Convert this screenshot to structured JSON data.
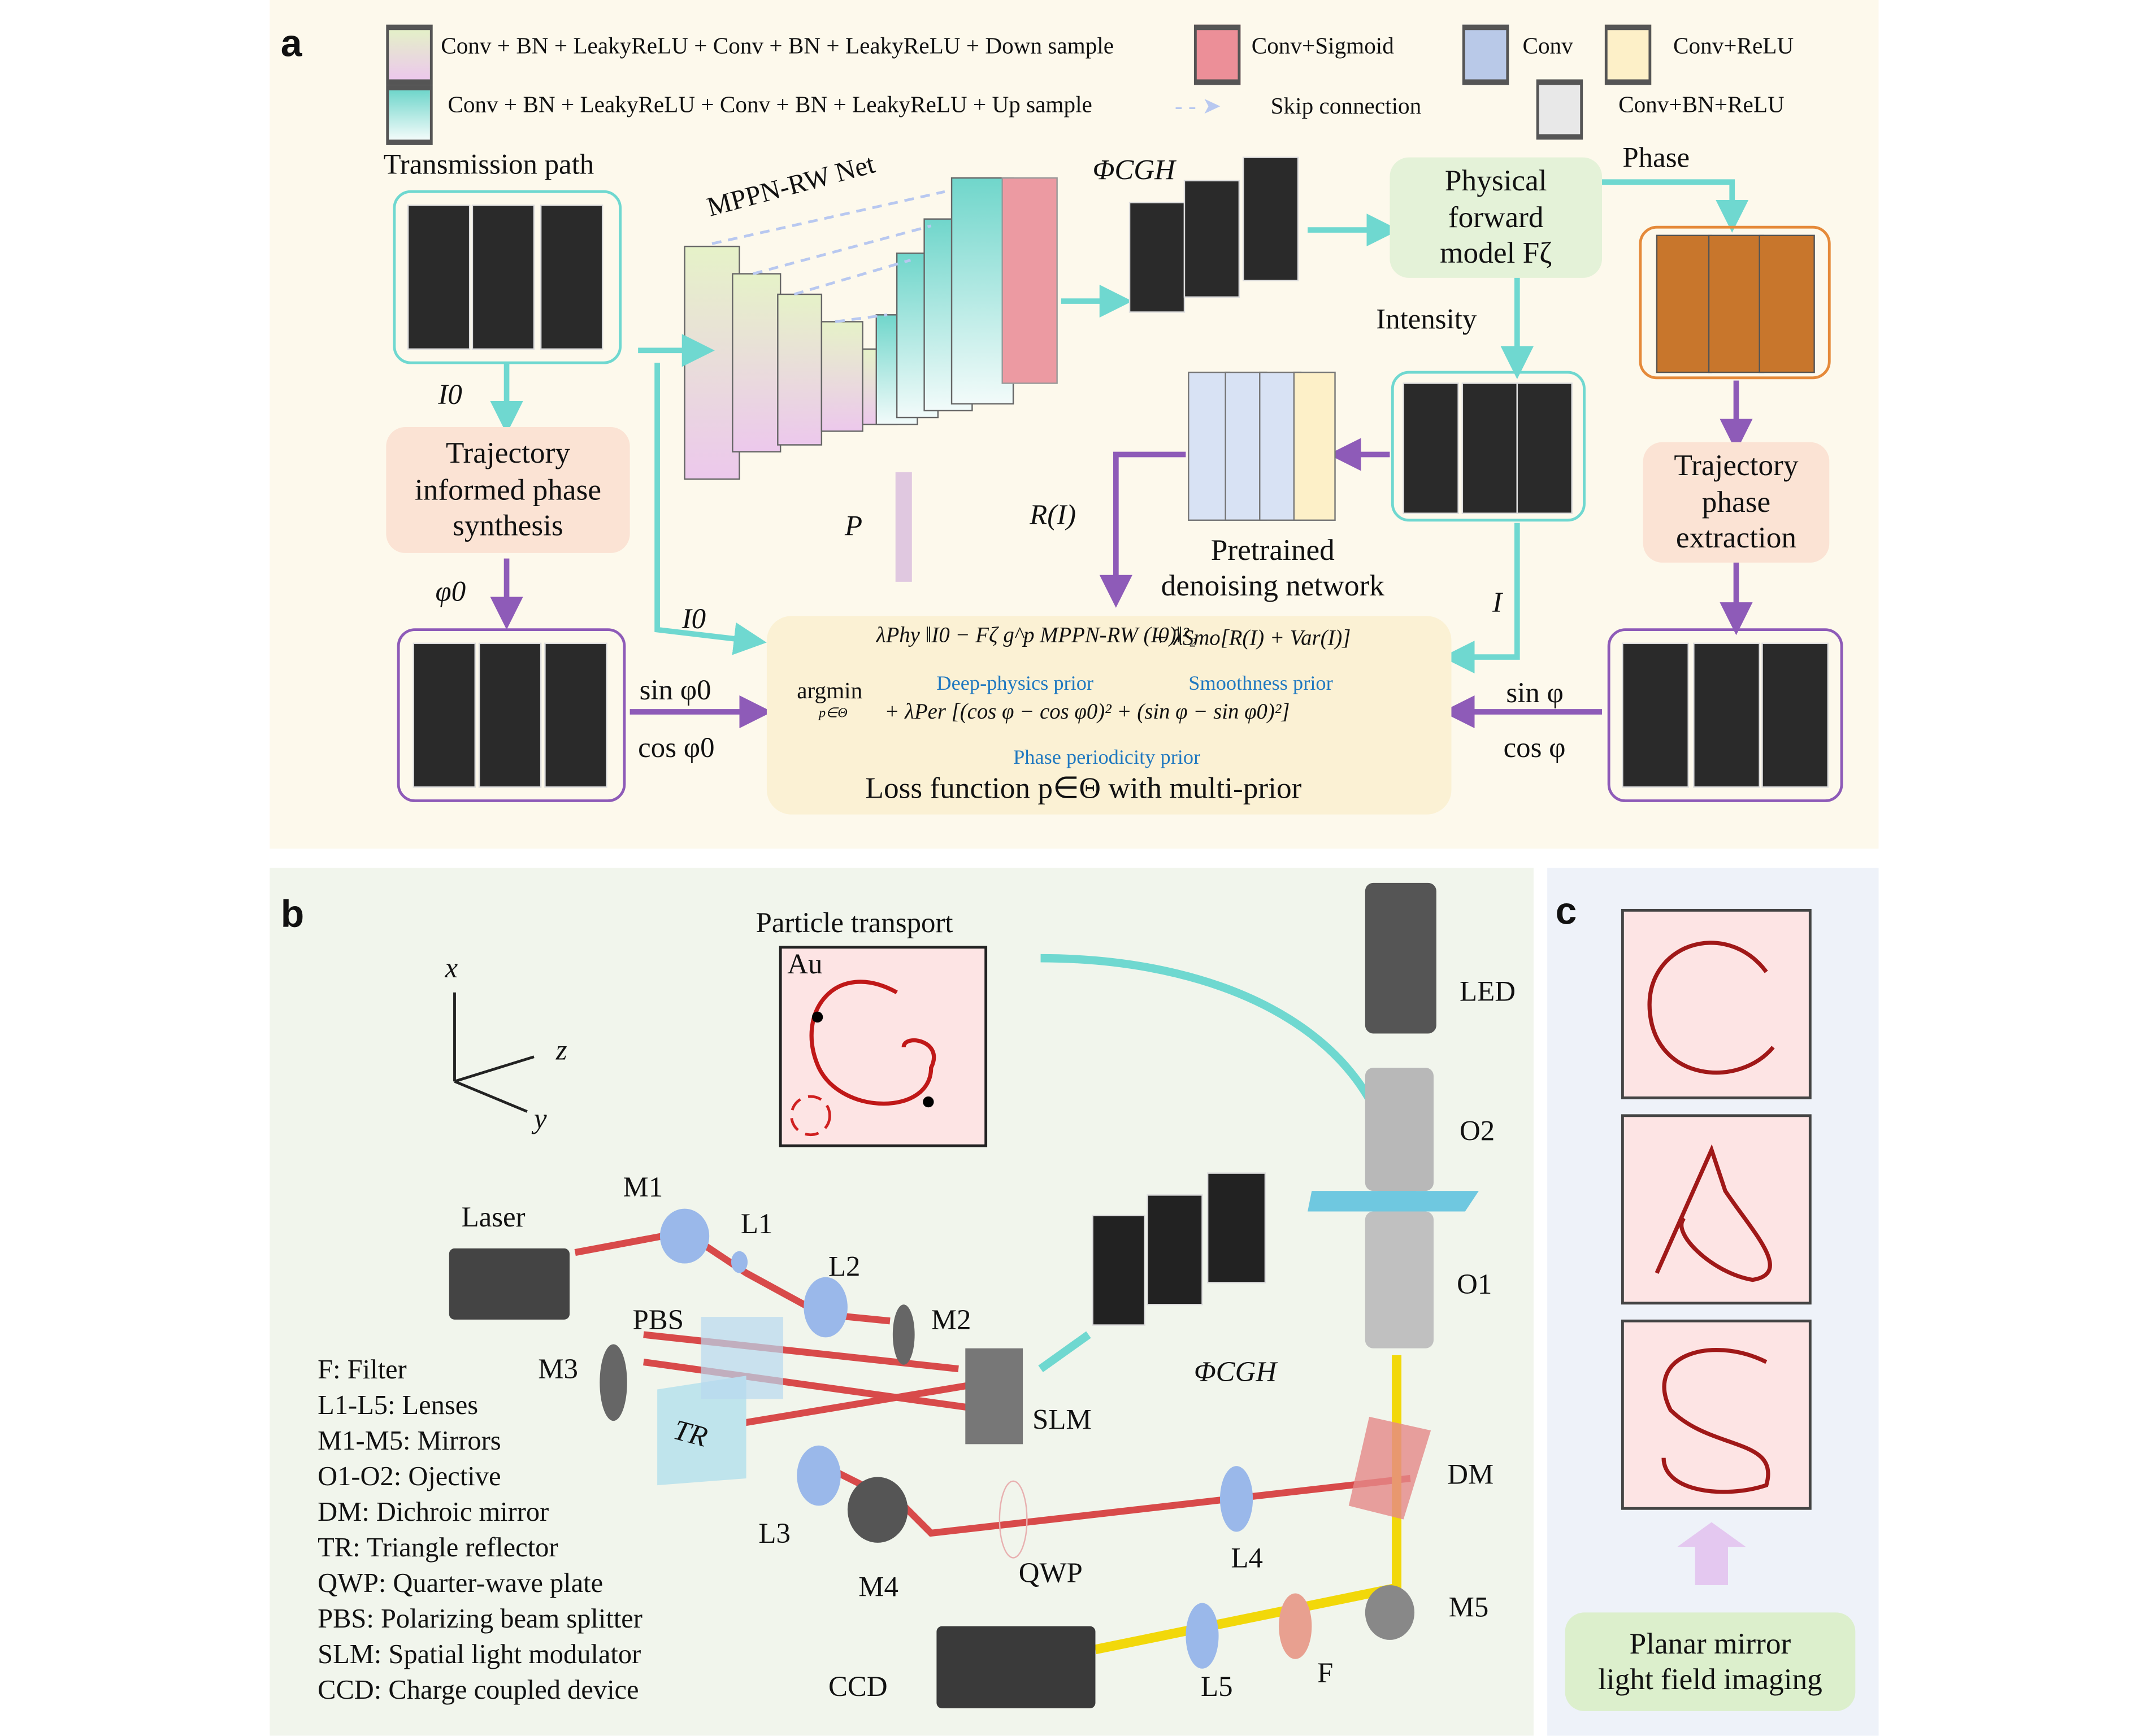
{
  "panel_a": {
    "label": "a",
    "legend": [
      {
        "text": "Conv + BN + LeakyReLU + Conv + BN + LeakyReLU + Down sample",
        "color": "#e4f0c8"
      },
      {
        "text": "Conv+Sigmoid",
        "color": "#ec8f98"
      },
      {
        "text": "Conv",
        "color": "#b9c9e8"
      },
      {
        "text": "Conv+ReLU",
        "color": "#fdf0c8"
      },
      {
        "text": "Conv + BN + LeakyReLU + Conv + BN + LeakyReLU + Up sample",
        "color": "#7fd8cc"
      },
      {
        "text": "Skip connection",
        "color": "#b8c8f0"
      },
      {
        "text": "Conv+BN+ReLU",
        "color": "#e8e8e8"
      }
    ],
    "transmission_path": "Transmission path",
    "net_name": "MPPN-RW Net",
    "phi_cgh": "ΦCGH",
    "physical_model": "Physical\nforward\nmodel Fζ",
    "phase": "Phase",
    "intensity": "Intensity",
    "I0": "I0",
    "trajectory_synthesis": "Trajectory\ninformed phase\nsynthesis",
    "phi0": "φ0",
    "P": "P",
    "R_I": "R(I)",
    "pretrained": "Pretrained\ndenoising network",
    "I0_arrow": "I0",
    "I": "I",
    "trajectory_extraction": "Trajectory\nphase\nextraction",
    "sin_phi0": "sin φ0",
    "cos_phi0": "cos φ0",
    "sin_phi": "sin φ",
    "cos_phi": "cos φ",
    "loss": {
      "argmin": "argmin",
      "argmin_sub": "p∈Θ",
      "term1": "λPhy ‖I0 − Fζ g^p MPPN-RW (I0)‖²₂",
      "term2": "+ λSmo[R(I) + Var(I)]",
      "term3": "+ λPer [(cos φ − cos φ0)² + (sin φ − sin φ0)²]",
      "prior1": "Deep-physics prior",
      "prior2": "Smoothness prior",
      "prior3": "Phase periodicity prior",
      "caption": "Loss function p∈Θ with multi-prior"
    }
  },
  "panel_b": {
    "label": "b",
    "particle_transport": "Particle transport",
    "au": "Au",
    "axes": {
      "x": "x",
      "y": "y",
      "z": "z"
    },
    "components": {
      "LED": "LED",
      "O2": "O2",
      "O1": "O1",
      "laser": "Laser",
      "M1": "M1",
      "L1": "L1",
      "L2": "L2",
      "PBS": "PBS",
      "M2": "M2",
      "M3": "M3",
      "TR": "TR",
      "SLM": "SLM",
      "phi_cgh": "ΦCGH",
      "L3": "L3",
      "M4": "M4",
      "QWP": "QWP",
      "L4": "L4",
      "DM": "DM",
      "M5": "M5",
      "L5": "L5",
      "F": "F",
      "CCD": "CCD"
    },
    "legend": [
      "F: Filter",
      "L1-L5: Lenses",
      "M1-M5: Mirrors",
      "O1-O2: Ojective",
      "DM: Dichroic mirror",
      "TR: Triangle reflector",
      "QWP: Quarter-wave plate",
      "PBS: Polarizing beam splitter",
      "SLM: Spatial light modulator",
      "CCD: Charge coupled device"
    ]
  },
  "panel_c": {
    "label": "c",
    "caption": "Planar mirror\nlight field imaging"
  }
}
